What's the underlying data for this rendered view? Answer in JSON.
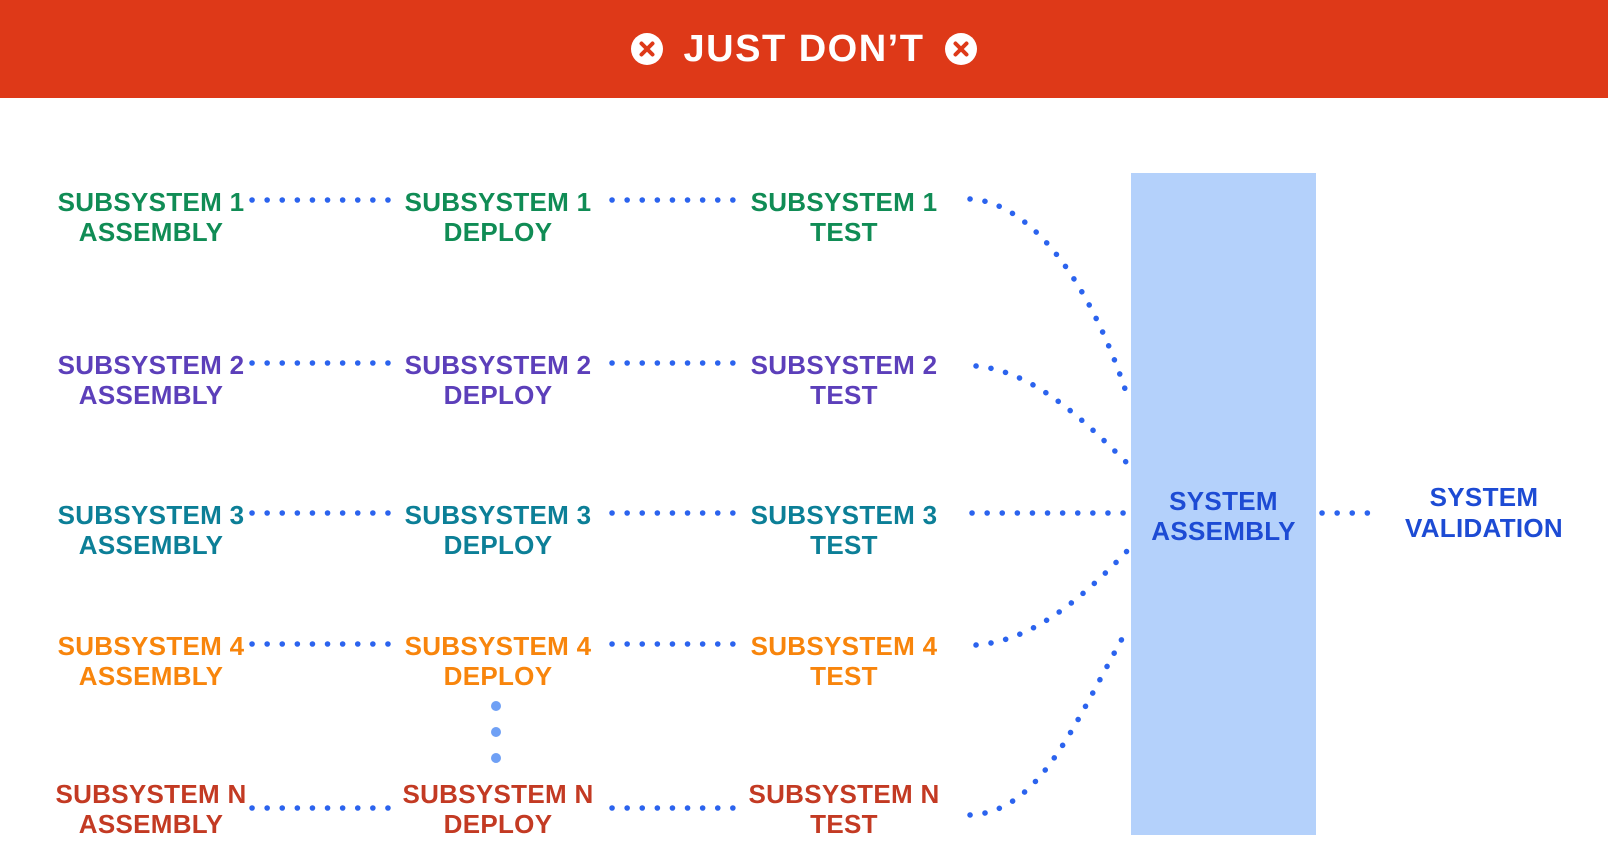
{
  "header": {
    "title": "JUST DON’T",
    "left_icon": "crossed-circle-icon",
    "right_icon": "crossed-circle-icon",
    "colors": {
      "background": "#DE3918",
      "text": "#FFFFFF"
    }
  },
  "diagram": {
    "rows": [
      {
        "key": "1",
        "color": "#108C55",
        "stages": [
          {
            "line1": "SUBSYSTEM 1",
            "line2": "ASSEMBLY"
          },
          {
            "line1": "SUBSYSTEM 1",
            "line2": "DEPLOY"
          },
          {
            "line1": "SUBSYSTEM 1",
            "line2": "TEST"
          }
        ]
      },
      {
        "key": "2",
        "color": "#5C3FBA",
        "stages": [
          {
            "line1": "SUBSYSTEM 2",
            "line2": "ASSEMBLY"
          },
          {
            "line1": "SUBSYSTEM 2",
            "line2": "DEPLOY"
          },
          {
            "line1": "SUBSYSTEM 2",
            "line2": "TEST"
          }
        ]
      },
      {
        "key": "3",
        "color": "#0C7F97",
        "stages": [
          {
            "line1": "SUBSYSTEM 3",
            "line2": "ASSEMBLY"
          },
          {
            "line1": "SUBSYSTEM 3",
            "line2": "DEPLOY"
          },
          {
            "line1": "SUBSYSTEM 3",
            "line2": "TEST"
          }
        ]
      },
      {
        "key": "4",
        "color": "#F8850C",
        "stages": [
          {
            "line1": "SUBSYSTEM 4",
            "line2": "ASSEMBLY"
          },
          {
            "line1": "SUBSYSTEM 4",
            "line2": "DEPLOY"
          },
          {
            "line1": "SUBSYSTEM 4",
            "line2": "TEST"
          }
        ]
      },
      {
        "key": "N",
        "color": "#C33A23",
        "stages": [
          {
            "line1": "SUBSYSTEM N",
            "line2": "ASSEMBLY"
          },
          {
            "line1": "SUBSYSTEM N",
            "line2": "DEPLOY"
          },
          {
            "line1": "SUBSYSTEM N",
            "line2": "TEST"
          }
        ]
      }
    ],
    "ellipsis_icon": "vertical-dots-icon",
    "system_assembly": {
      "line1": "SYSTEM",
      "line2": "ASSEMBLY"
    },
    "system_validation": {
      "line1": "SYSTEM",
      "line2": "VALIDATION"
    },
    "colors": {
      "connector_dots": "#2B63EE",
      "ellipsis_dots": "#6FA0F5",
      "assembly_box_fill": "#B4D1FB",
      "assembly_text": "#1D4BD4",
      "validation_text": "#1D4BD4"
    }
  }
}
